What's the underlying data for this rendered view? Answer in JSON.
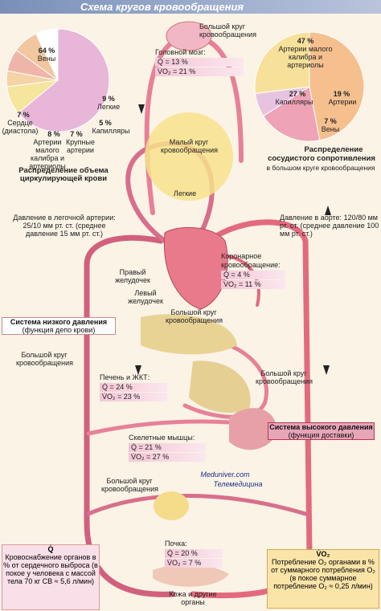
{
  "title": "Схема кругов кровообращения",
  "pie_left": {
    "slices": [
      {
        "label": "Вены",
        "value": 64,
        "value_text": "64 %",
        "color": "#e7b6d9"
      },
      {
        "label": "Легкие",
        "value": 9,
        "value_text": "9 %",
        "color": "#f6e59c"
      },
      {
        "label": "Капилляры",
        "value": 5,
        "value_text": "5 %",
        "color": "#f5d3a6"
      },
      {
        "label": "Крупные артерии",
        "value": 7,
        "value_text": "7 %",
        "color": "#f0b5a9"
      },
      {
        "label": "Артерии малого калибра и артериолы",
        "value": 8,
        "value_text": "8 %",
        "color": "#f2c7a0"
      },
      {
        "label": "Сердце (диастола)",
        "value": 7,
        "value_text": "7 %",
        "color": "#fff"
      }
    ],
    "caption": "Распределение объема циркулирующей крови"
  },
  "pie_right": {
    "slices": [
      {
        "label": "Артерии малого калибра и артериолы",
        "value": 47,
        "value_text": "47 %",
        "color": "#f6c08e"
      },
      {
        "label": "Артерии",
        "value": 19,
        "value_text": "19 %",
        "color": "#eea3b6"
      },
      {
        "label": "Вены",
        "value": 7,
        "value_text": "7 %",
        "color": "#e8c3e0"
      },
      {
        "label": "Капилляры",
        "value": 27,
        "value_text": "27 %",
        "color": "#f7e09a"
      }
    ],
    "caption_line1": "Распределение",
    "caption_line2": "сосудистого сопротивления",
    "caption_line3": "в большом круге кровообращения"
  },
  "labels": {
    "big_circle_top": "Большой круг кровообращения",
    "brain": "Головной мозг:",
    "brain_q": "Q̇ = 13 %",
    "brain_v": "V̇O₂ = 21 %",
    "small_circle": "Малый круг кровообращения",
    "lungs": "Легкие",
    "pa_pressure": "Давление в легочной артерии: 25/10 мм рт. ст. (среднее давление 15 мм рт. ст.)",
    "aorta_pressure": "Давление в аорте: 120/80 мм рт. ст. (среднее давление 100 мм рт. ст.)",
    "right_ventricle": "Правый желудочек",
    "left_ventricle": "Левый желудочек",
    "coronary": "Коронарное кровообращение:",
    "coronary_q": "Q̇ = 4 %",
    "coronary_v": "V̇O₂ = 11 %",
    "big_circle_mid": "Большой круг кровообращения",
    "low_system_title": "Система низкого давления",
    "low_system_sub": "(функция депо крови)",
    "big_circle_left": "Большой круг кровообращения",
    "liver": "Печень и ЖКТ:",
    "liver_q": "Q̇ = 24 %",
    "liver_v": "V̇O₂ = 23 %",
    "big_circle_right": "Большой круг кровообращения",
    "muscle": "Скелетные мышцы:",
    "muscle_q": "Q̇ = 21 %",
    "muscle_v": "V̇O₂ = 27 %",
    "high_system_title": "Система высокого давления",
    "high_system_sub": "(функция доставки)",
    "big_circle_low": "Большой круг кровообращения",
    "watermark1": "Meduniver.com",
    "watermark2": "Телемедицина",
    "kidney": "Почка:",
    "kidney_q": "Q̇ = 20 %",
    "kidney_v": "V̇O₂ = 7 %",
    "skin": "Кожа и другие органы",
    "formula_left_head": "Q̇",
    "formula_left_body": "Кровоснабжение органов в % от сердечного выброса (в покое у человека с массой тела 70 кг СВ ≈ 5,6 л/мин)",
    "formula_right_head": "V̇O₂",
    "formula_right_body": "Потребление O₂ органами в % от суммарного потребления O₂ (в покое суммарное потребление O₂ ≈ 0,25 л/мин)"
  }
}
